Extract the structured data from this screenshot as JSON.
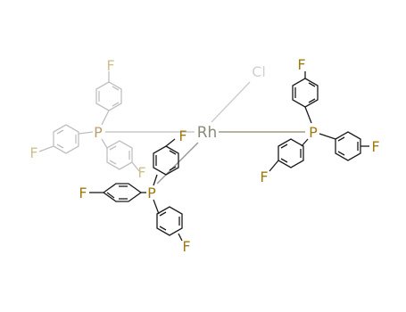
{
  "figure": {
    "type": "chemical-structure",
    "center_atom": {
      "label": "Rh",
      "color": "#8a8a7a"
    },
    "ligands": [
      {
        "name": "chloride",
        "atom": "Cl",
        "color": "#c8c8c8"
      },
      {
        "name": "phosphine-left",
        "atom": "P",
        "color": "#b09040",
        "faded": true
      },
      {
        "name": "phosphine-right",
        "atom": "P",
        "color": "#a07a10",
        "faded": false
      },
      {
        "name": "phosphine-bottom",
        "atom": "P",
        "color": "#a07a10",
        "faded": false
      }
    ],
    "substituent_atom": "F",
    "substituent_color": "#a07a10",
    "bond_color": "#1a1a1a",
    "faded_bond_color": "#bfbfbf",
    "fluorophenyl_groups": 9
  }
}
